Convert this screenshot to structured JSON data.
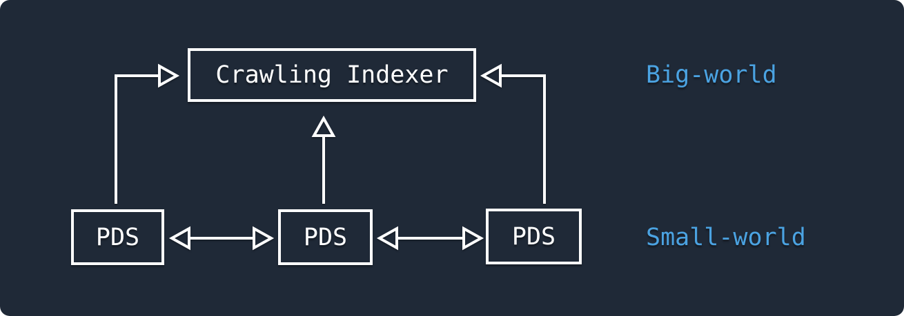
{
  "colors": {
    "page_background": "#FFFFFF",
    "panel_background": "#1F2937",
    "stroke": "#FFFFFF",
    "node_text": "#FFFFFF",
    "annotation_text": "#4BA3E2"
  },
  "nodes": {
    "indexer": {
      "label": "Crawling Indexer"
    },
    "pds1": {
      "label": "PDS"
    },
    "pds2": {
      "label": "PDS"
    },
    "pds3": {
      "label": "PDS"
    }
  },
  "annotations": {
    "big_world": {
      "label": "Big-world"
    },
    "small_world": {
      "label": "Small-world"
    }
  },
  "edges": [
    {
      "from": "pds1",
      "to": "indexer",
      "direction": "one-way"
    },
    {
      "from": "pds2",
      "to": "indexer",
      "direction": "one-way"
    },
    {
      "from": "pds3",
      "to": "indexer",
      "direction": "one-way"
    },
    {
      "from": "pds1",
      "to": "pds2",
      "direction": "two-way"
    },
    {
      "from": "pds2",
      "to": "pds3",
      "direction": "two-way"
    }
  ]
}
